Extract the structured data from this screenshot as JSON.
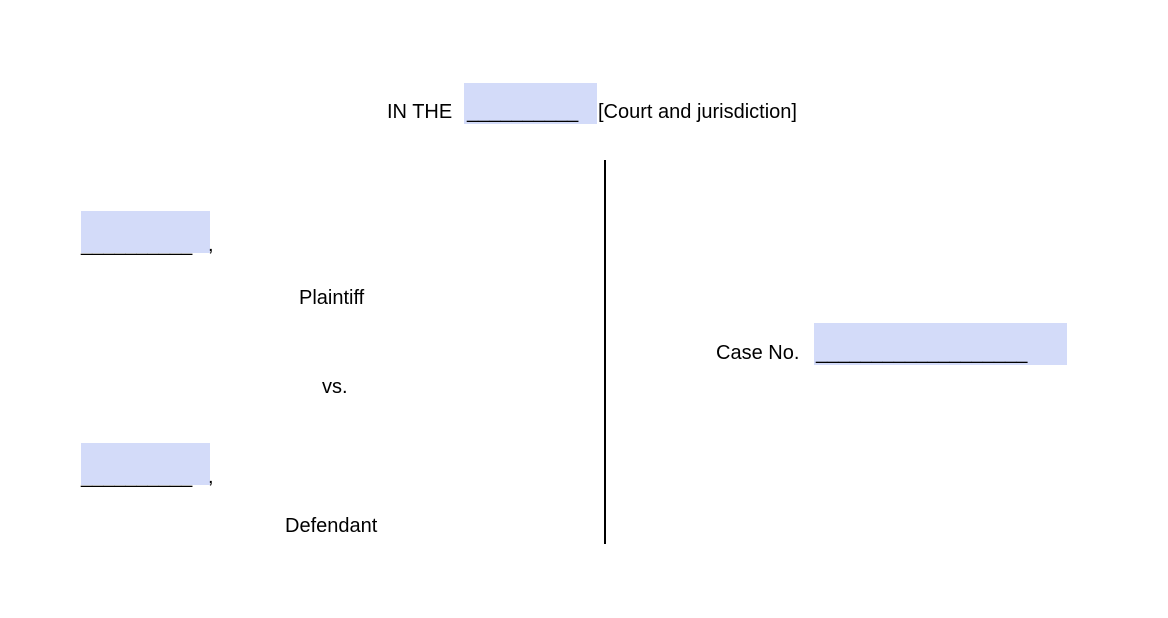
{
  "header": {
    "prefix": "IN THE",
    "blank": "__________",
    "suffix": "[Court and jurisdiction]"
  },
  "plaintiff": {
    "blank": "__________",
    "comma": ",",
    "label": "Plaintiff"
  },
  "versus": "vs.",
  "defendant": {
    "blank": "__________",
    "comma": ",",
    "label": "Defendant"
  },
  "case": {
    "label": "Case No.",
    "blank": "___________________"
  },
  "colors": {
    "field_highlight": "#d3dbf9",
    "text": "#000000"
  }
}
